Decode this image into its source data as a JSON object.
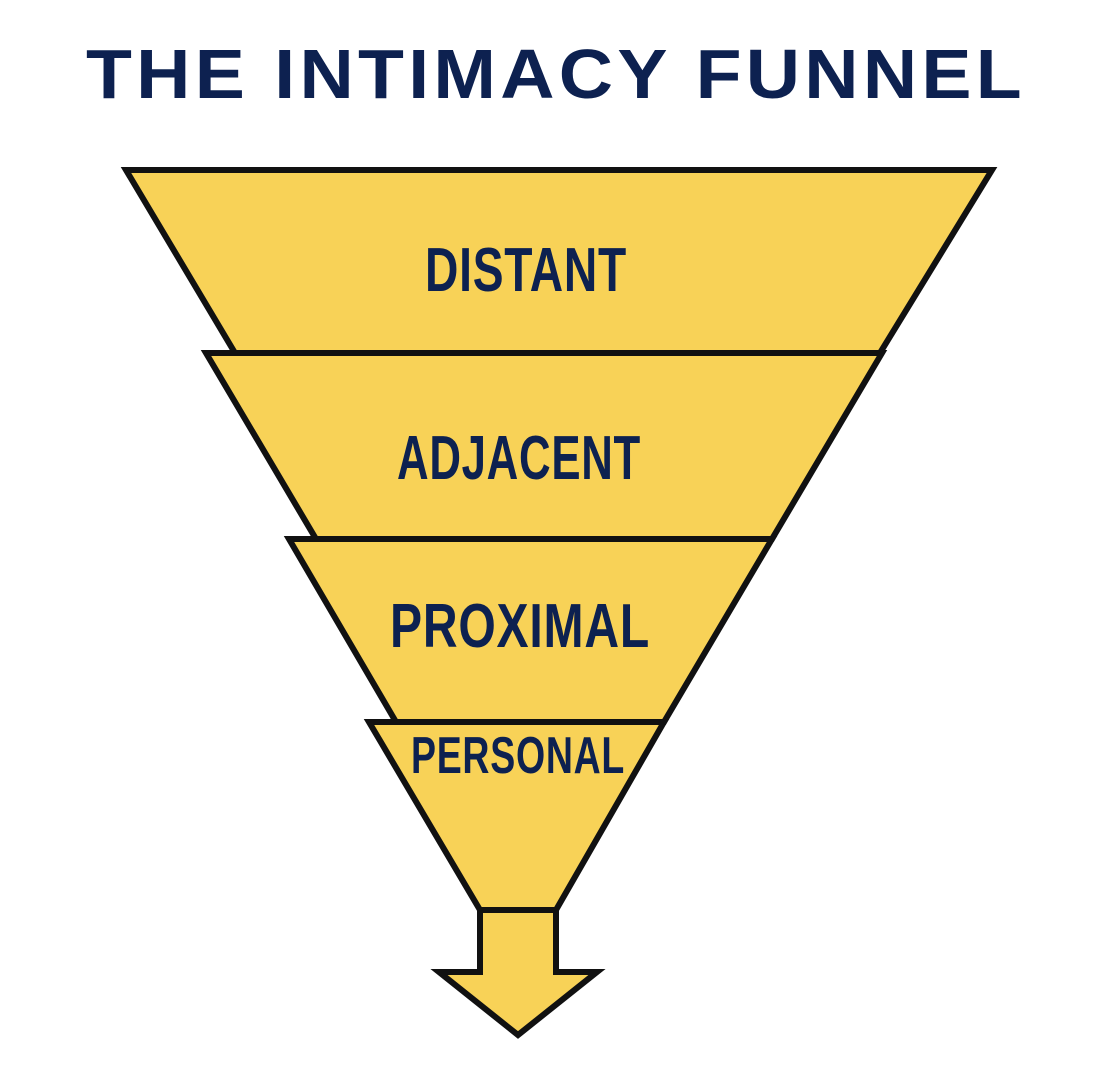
{
  "title": "THE INTIMACY FUNNEL",
  "colors": {
    "fill": "#F8D257",
    "stroke": "#111111",
    "text": "#0D2150",
    "background": "#FFFFFF"
  },
  "stages": [
    {
      "label": "DISTANT"
    },
    {
      "label": "ADJACENT"
    },
    {
      "label": "PROXIMAL"
    },
    {
      "label": "PERSONAL"
    }
  ],
  "arrow": {
    "icon": "down-arrow-icon"
  }
}
